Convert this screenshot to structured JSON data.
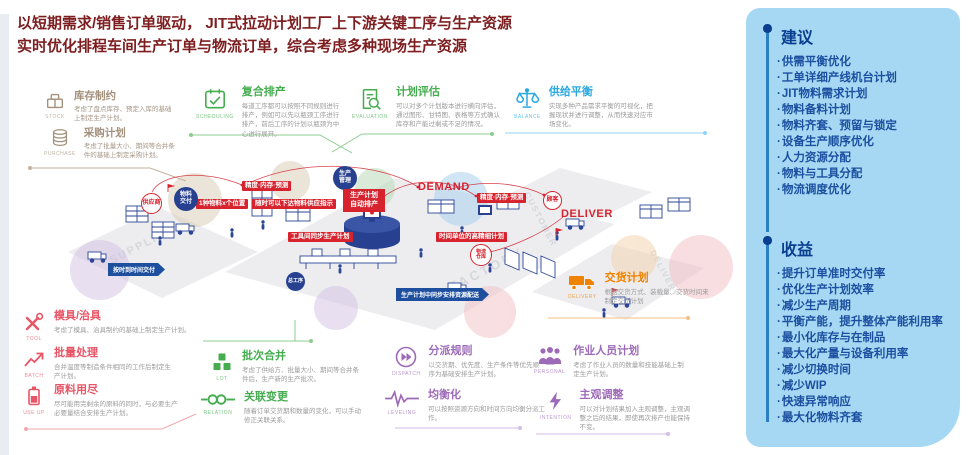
{
  "header": {
    "line1": "以短期需求/销售订单驱动， JIT式拉动计划工厂上下游关键工序与生产资源",
    "line2": "实时优化排程车间生产订单与物流订单，综合考虑多种现场生产资源"
  },
  "sidebar": {
    "suggestions": {
      "title": "建议",
      "items": [
        "供需平衡优化",
        "工单详细产线机台计划",
        "JIT物料需求计划",
        "物料备料计划",
        "物料齐套、预留与锁定",
        "设备生产顺序优化",
        "人力资源分配",
        "物料与工具分配",
        "物流调度优化"
      ]
    },
    "benefits": {
      "title": "收益",
      "items": [
        "提升订单准时交付率",
        "优化生产计划效率",
        "减少生产周期",
        "平衡产能，提升整体产能利用率",
        "最小化库存与在制品",
        "最大化产量与设备利用率",
        "减少切换时间",
        "减少WIP",
        "快速异常响应",
        "最大化物料齐套"
      ]
    }
  },
  "features": [
    {
      "title": "库存制约",
      "tag": "STOCK",
      "desc": "考虑了盘点库存、预定入库的基础上制定生产计划。"
    },
    {
      "title": "采购计划",
      "tag": "PURCHASE",
      "desc": "考虑了批量大小、期间等合并条件的基础上制定采购计划。"
    },
    {
      "title": "复合排产",
      "tag": "SCHEDULING",
      "desc": "每道工序都可以按照不同规则进行排产，例如可以先以瓶颈工序进行排产，前后工序的计划以瓶颈为中心进行展开。"
    },
    {
      "title": "计划评估",
      "tag": "EVALUATION",
      "desc": "可以对多个计划版本进行横向评估，通过图形、甘特图、表格等方式确认库存和产能过剩或不足的情况。"
    },
    {
      "title": "供给平衡",
      "tag": "BALANCE",
      "desc": "实现多种产品需求平衡的可视化，把握现状并进行调整，从而快速对应市场变化。"
    },
    {
      "title": "模具/治具",
      "tag": "TOOL",
      "desc": "考虑了模具、治具制约的基础上制定生产计划。"
    },
    {
      "title": "批量处理",
      "tag": "BATCH",
      "desc": "合并温度等制造条件相同的工作后制定生产计划。"
    },
    {
      "title": "原料用尽",
      "tag": "USE UP",
      "desc": "尽可能用完剩余的原料的同时，与必要生产必要量结合安排生产计划。"
    },
    {
      "title": "批次合并",
      "tag": "LOT",
      "desc": "考虑了供给方、批量大小、期间等合并条件后，生产新的生产批次。"
    },
    {
      "title": "关联变更",
      "tag": "RELATION",
      "desc": "随着订单交货期和数量的变化，可以手动修正关联关系。"
    },
    {
      "title": "分派规则",
      "tag": "DISPATCH",
      "desc": "以交货期、优先度、生产条件等优先顺序为基础安排生产计划。"
    },
    {
      "title": "均衡化",
      "tag": "LEVELING",
      "desc": "可以按照资源方向和时间方向均衡分派工作。"
    },
    {
      "title": "作业人员计划",
      "tag": "PERSONAL",
      "desc": "考虑了作业人员的数量和技能基础上制定生产计划。"
    },
    {
      "title": "主观调整",
      "tag": "INTENTION",
      "desc": "可以对计划结果加入主观调整，主观调整之后的结果，即使再次排产也能保持不变。"
    },
    {
      "title": "交货计划",
      "tag": "DELIVERY",
      "desc": "根据交货方式、装载量、交货时间来制定交货计划"
    }
  ],
  "diagram": {
    "demand": "DEMAND",
    "deliver": "DELIVER",
    "floor_supplier": "SUPPLIER",
    "floor_factory": "FACTORY",
    "floor_customer": "CUSTOMER",
    "floor_delivery": "DELIVERY",
    "supplier_circle": "供应商",
    "customer_circle": "顾客",
    "logistics_circle_l1": "物流",
    "logistics_circle_l2": "仓库",
    "material_delivery_l1": "物料",
    "material_delivery_l2": "交付",
    "production_mgmt_l1": "生产",
    "production_mgmt_l2": "管理",
    "process_circle": "总工序",
    "auto_plan_l1": "生产计划",
    "auto_plan_l2": "自动排产",
    "label_accuracy1": "精度·内存·预测",
    "label_accuracy2": "精度·内存·预测",
    "label_material_pos": "1种物料x个位置",
    "label_material_supply": "随时可以下达物料供应指示",
    "label_tool_sync": "工具间同步生产计划",
    "label_time_unit": "时间单位的高精细计划",
    "arrow_on_time": "按时到时间交付",
    "arrow_sync_resource": "生产计划中同步安排资源配送"
  },
  "colors": {
    "header_text": "#7d1d1f",
    "accent_red": "#d6232e",
    "tan": "#a3917c",
    "green": "#45ad4f",
    "blue": "#2aa9e0",
    "pink": "#e85566",
    "purple": "#9d6ab8",
    "orange": "#ef8200",
    "navy": "#27408f",
    "sidebar_bg": "#a6d8f3",
    "sidebar_heading": "#0a3e8f",
    "sidebar_text": "#1c4fa0"
  }
}
